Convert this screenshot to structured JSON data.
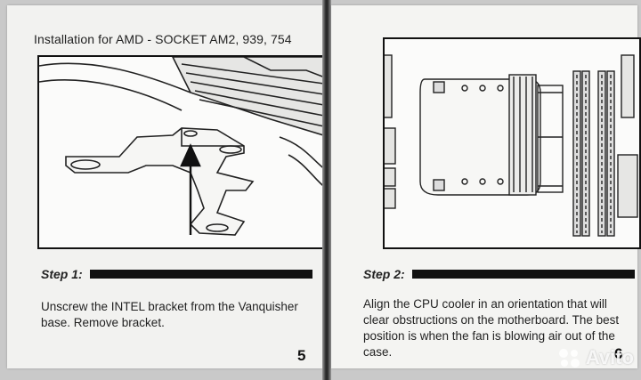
{
  "left_page": {
    "header": "Installation for AMD - SOCKET AM2, 939, 754",
    "step_label": "Step 1:",
    "instruction": "Unscrew the INTEL bracket from the Vanquisher base. Remove bracket.",
    "page_number": "5"
  },
  "right_page": {
    "step_label": "Step 2:",
    "instruction": "Align the CPU cooler in an orientation that will clear obstructions on the motherboard. The best position is when the fan is blowing air out of the case.",
    "page_number": "6"
  },
  "watermark": "Avito"
}
